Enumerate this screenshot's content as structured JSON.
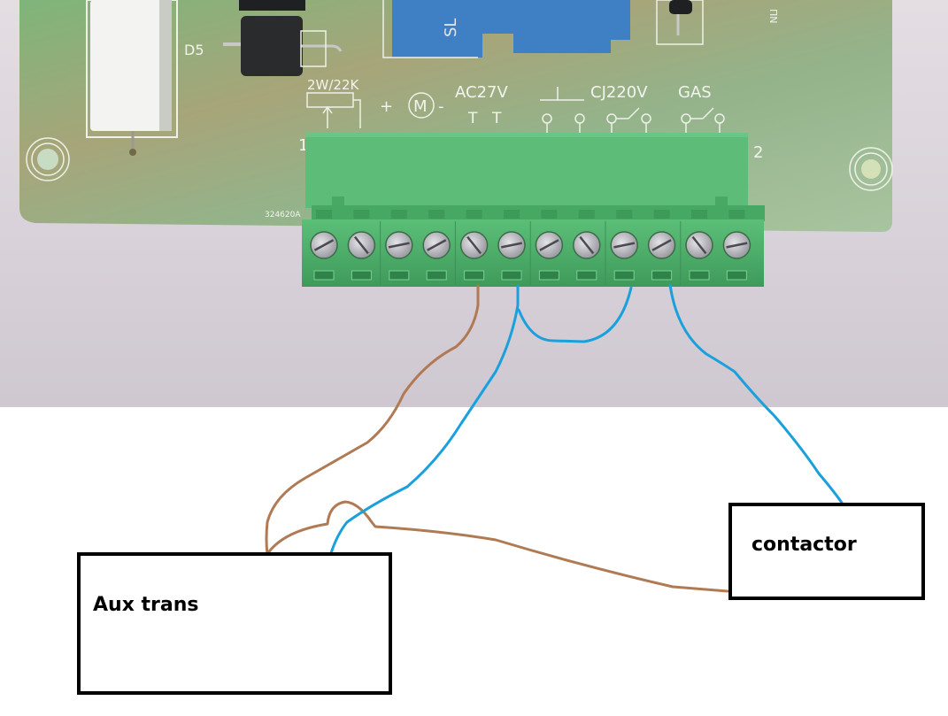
{
  "photo": {
    "description": "PCB with green terminal block",
    "silkscreen": {
      "component_d5": "D5",
      "potentiometer": "2W/22K",
      "motor_symbol": "M",
      "motor_plus": "+",
      "motor_minus": "-",
      "ac_label": "AC27V",
      "ac_pins": [
        "T",
        "T"
      ],
      "cj_label": "CJ220V",
      "gas_label": "GAS",
      "pin_first": "1",
      "pin_last": "2",
      "board_code": "324620A",
      "relay_text": "SL",
      "corner_text": "ΠN"
    },
    "terminal_count": 12
  },
  "diagram": {
    "boxes": [
      {
        "id": "aux-trans",
        "label": "Aux trans"
      },
      {
        "id": "contactor",
        "label": "contactor"
      }
    ],
    "wires": [
      {
        "color_name": "brown",
        "color": "#b07a54",
        "from": "terminal 5",
        "to": "Aux trans + contactor"
      },
      {
        "color_name": "blue",
        "color": "#1aa0dc",
        "from": "terminal 6",
        "to": "Aux trans"
      },
      {
        "color_name": "blue",
        "color": "#1aa0dc",
        "from": "terminal 6",
        "to": "terminal 9 (jumper)"
      },
      {
        "color_name": "blue",
        "color": "#1aa0dc",
        "from": "terminal 10",
        "to": "contactor"
      }
    ]
  },
  "colors": {
    "pcb_green": "#8fb889",
    "terminal_green": "#4eab6a",
    "relay_blue": "#3f7fc4",
    "wire_brown": "#b07a54",
    "wire_blue": "#1aa0dc",
    "box_stroke": "#000000"
  }
}
